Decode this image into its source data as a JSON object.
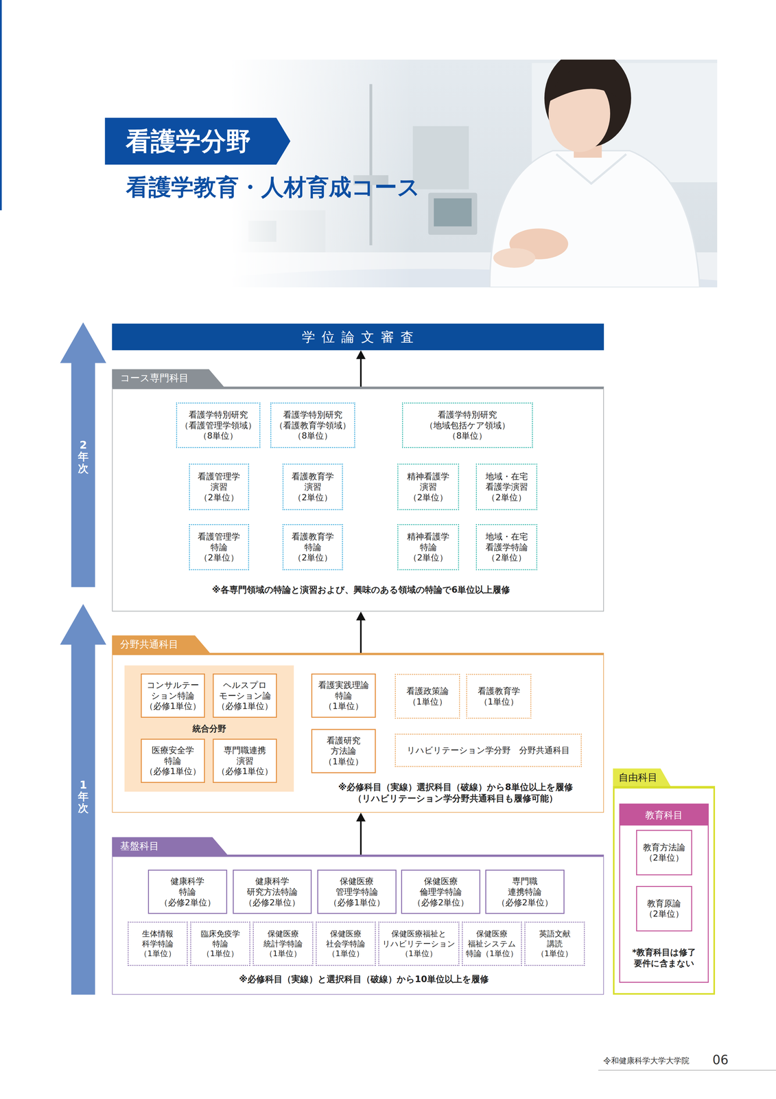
{
  "diagram": {
    "title": "看護学教育・人材育成コース",
    "nodes": [
      {
        "text": [
          "看護学分野"
        ]
      },
      {
        "text": [
          "2年次"
        ]
      },
      {
        "text": [
          "学位論文審査"
        ]
      },
      {
        "text": [
          "コース専門科目",
          "※各専門領域の特論と演習および、興味のある領域の特論で6単位以上履修"
        ]
      },
      {
        "text": [
          "看護学特別研究 （看護管理学領域） （8単位）"
        ],
        "in": 3
      },
      {
        "text": [
          "看護学特別研究 （看護教育学領域） （8単位）"
        ],
        "in": 3
      },
      {
        "text": [
          "看護学特別研究 （地域包括ケア領域） （8単位）"
        ],
        "in": 3
      },
      {
        "text": [
          "看護管理学 演習 （2単位）"
        ],
        "in": 3
      },
      {
        "text": [
          "看護教育学 演習 （2単位）"
        ],
        "in": 3
      },
      {
        "text": [
          "精神看護学 演習 （2単位）"
        ],
        "in": 3
      },
      {
        "text": [
          "地域・在宅 看護学演習 （2単位）"
        ],
        "in": 3
      },
      {
        "text": [
          "看護管理学 特論 （2単位）"
        ],
        "in": 3
      },
      {
        "text": [
          "看護教育学 特論 （2単位）"
        ],
        "in": 3
      },
      {
        "text": [
          "精神看護学 特論 （2単位）"
        ],
        "in": 3
      },
      {
        "text": [
          "地域・在宅 看護学特論 （2単位）"
        ],
        "in": 3
      },
      {
        "text": [
          "1年次"
        ]
      },
      {
        "text": [
          "分野共通科目",
          "※必修科目（実線）選択科目（破線）から8単位以上を履修 （リハビリテーション学分野共通科目も履修可能）"
        ]
      },
      {
        "text": [
          "統合分野"
        ],
        "in": 16
      },
      {
        "text": [
          "コンサルテー ション特論 （必修1単位）"
        ],
        "in": 17
      },
      {
        "text": [
          "ヘルスプロ モーション論 （必修1単位）"
        ],
        "in": 17
      },
      {
        "text": [
          "医療安全学 特論 （必修1単位）"
        ],
        "in": 17
      },
      {
        "text": [
          "専門職連携 演習 （必修1単位）"
        ],
        "in": 17
      },
      {
        "text": [
          "看護実践理論 特論 （1単位）"
        ],
        "in": 16
      },
      {
        "text": [
          "看護研究 方法論 （1単位）"
        ],
        "in": 16
      },
      {
        "text": [
          "看護政策論 （1単位）"
        ],
        "in": 16
      },
      {
        "text": [
          "看護教育学 （1単位）"
        ],
        "in": 16
      },
      {
        "text": [
          "リハビリテーション学分野　分野共通科目"
        ],
        "in": 16
      },
      {
        "text": [
          "基盤科目",
          "※必修科目（実線）と選択科目（破線）から10単位以上を履修"
        ]
      },
      {
        "text": [
          "健康科学 特論 （必修2単位）"
        ],
        "in": 27
      },
      {
        "text": [
          "健康科学 研究方法特論 （必修2単位）"
        ],
        "in": 27
      },
      {
        "text": [
          "保健医療 管理学特論 （必修1単位）"
        ],
        "in": 27
      },
      {
        "text": [
          "保健医療 倫理学特論 （必修2単位）"
        ],
        "in": 27
      },
      {
        "text": [
          "専門職 連携特論 （必修2単位）"
        ],
        "in": 27
      },
      {
        "text": [
          "生体情報 科学特論 （1単位）"
        ],
        "in": 27
      },
      {
        "text": [
          "臨床免疫学 特論 （1単位）"
        ],
        "in": 27
      },
      {
        "text": [
          "保健医療 統計学特論 （1単位）"
        ],
        "in": 27
      },
      {
        "text": [
          "保健医療 社会学特論 （1単位）"
        ],
        "in": 27
      },
      {
        "text": [
          "保健医療福祉と リハビリテーション （1単位）"
        ],
        "in": 27
      },
      {
        "text": [
          "保健医療 福祉システム 特論（1単位）"
        ],
        "in": 27
      },
      {
        "text": [
          "英語文献 講読 （1単位）"
        ],
        "in": 27
      },
      {
        "text": [
          "自由科目"
        ]
      },
      {
        "text": [
          "教育科目",
          "*教育科目は修了 要件に含まない"
        ],
        "in": 40
      },
      {
        "text": [
          "教育方法論 （2単位）"
        ],
        "in": 41
      },
      {
        "text": [
          "教育原論 （2単位）"
        ],
        "in": 41
      }
    ],
    "edges": [
      {
        "from": 3,
        "to": 2,
        "arrow": "to"
      },
      {
        "from": 4,
        "to": 7,
        "arrow": "none"
      },
      {
        "from": 5,
        "to": 8,
        "arrow": "none"
      },
      {
        "from": 6,
        "to": 9,
        "arrow": "none"
      },
      {
        "from": 6,
        "to": 10,
        "arrow": "none"
      },
      {
        "from": 7,
        "to": 11,
        "arrow": "none"
      },
      {
        "from": 8,
        "to": 12,
        "arrow": "none"
      },
      {
        "from": 9,
        "to": 13,
        "arrow": "none"
      },
      {
        "from": 10,
        "to": 14,
        "arrow": "none"
      },
      {
        "from": 16,
        "to": 3,
        "arrow": "to"
      },
      {
        "from": 27,
        "to": 16,
        "arrow": "to"
      }
    ],
    "labels": [
      "令和健康科学大学大学院",
      "06"
    ]
  }
}
